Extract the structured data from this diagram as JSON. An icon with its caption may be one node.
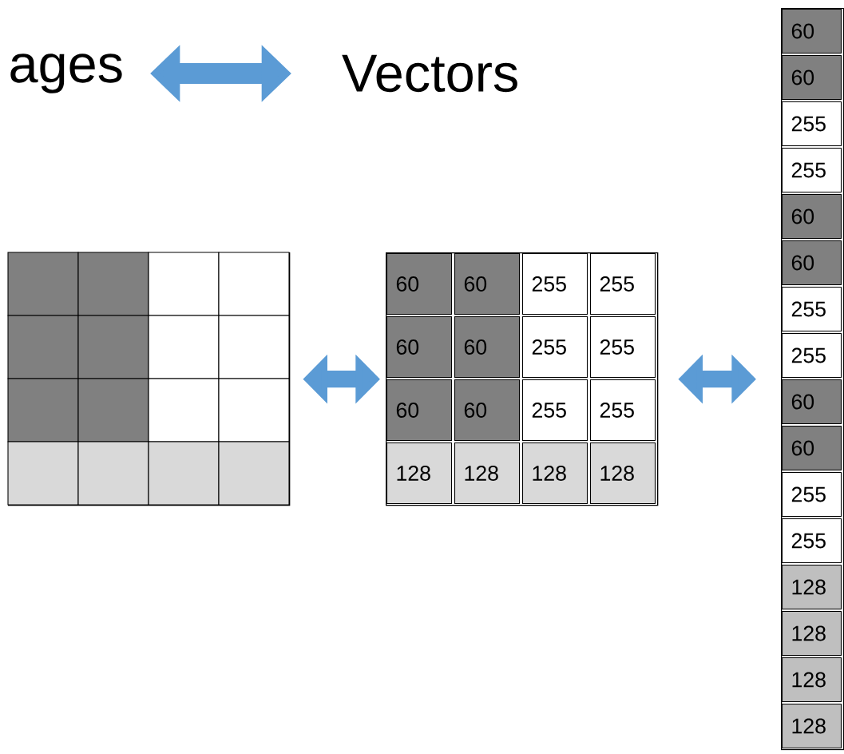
{
  "diagram": {
    "nodes": [
      {
        "text": [
          "ages"
        ]
      },
      {
        "text": [
          "Vectors"
        ]
      },
      {
        "text": [],
        "shape": "box"
      },
      {
        "text": [],
        "shape": "box"
      },
      {
        "text": [
          "60"
        ],
        "in": 3
      },
      {
        "text": [
          "60"
        ],
        "in": 3
      },
      {
        "text": [
          "255"
        ],
        "in": 3
      },
      {
        "text": [
          "255"
        ],
        "in": 3
      },
      {
        "text": [
          "60"
        ],
        "in": 3
      },
      {
        "text": [
          "60"
        ],
        "in": 3
      },
      {
        "text": [
          "255"
        ],
        "in": 3
      },
      {
        "text": [
          "255"
        ],
        "in": 3
      },
      {
        "text": [
          "60"
        ],
        "in": 3
      },
      {
        "text": [
          "60"
        ],
        "in": 3
      },
      {
        "text": [
          "255"
        ],
        "in": 3
      },
      {
        "text": [
          "255"
        ],
        "in": 3
      },
      {
        "text": [
          "128"
        ],
        "in": 3
      },
      {
        "text": [
          "128"
        ],
        "in": 3
      },
      {
        "text": [
          "128"
        ],
        "in": 3
      },
      {
        "text": [
          "128"
        ],
        "in": 3
      },
      {
        "text": [],
        "shape": "box"
      },
      {
        "text": [
          "60"
        ],
        "in": 20
      },
      {
        "text": [
          "60"
        ],
        "in": 20
      },
      {
        "text": [
          "255"
        ],
        "in": 20
      },
      {
        "text": [
          "255"
        ],
        "in": 20
      },
      {
        "text": [
          "60"
        ],
        "in": 20
      },
      {
        "text": [
          "60"
        ],
        "in": 20
      },
      {
        "text": [
          "255"
        ],
        "in": 20
      },
      {
        "text": [
          "255"
        ],
        "in": 20
      },
      {
        "text": [
          "60"
        ],
        "in": 20
      },
      {
        "text": [
          "60"
        ],
        "in": 20
      },
      {
        "text": [
          "255"
        ],
        "in": 20
      },
      {
        "text": [
          "255"
        ],
        "in": 20
      },
      {
        "text": [
          "128"
        ],
        "in": 20
      },
      {
        "text": [
          "128"
        ],
        "in": 20
      },
      {
        "text": [
          "128"
        ],
        "in": 20
      },
      {
        "text": [
          "128"
        ],
        "in": 20
      }
    ],
    "edges": [
      {
        "from": 0,
        "to": 1,
        "arrow": "both"
      },
      {
        "from": 2,
        "to": 3,
        "arrow": "both"
      },
      {
        "from": 3,
        "to": 20,
        "arrow": "both"
      }
    ]
  }
}
